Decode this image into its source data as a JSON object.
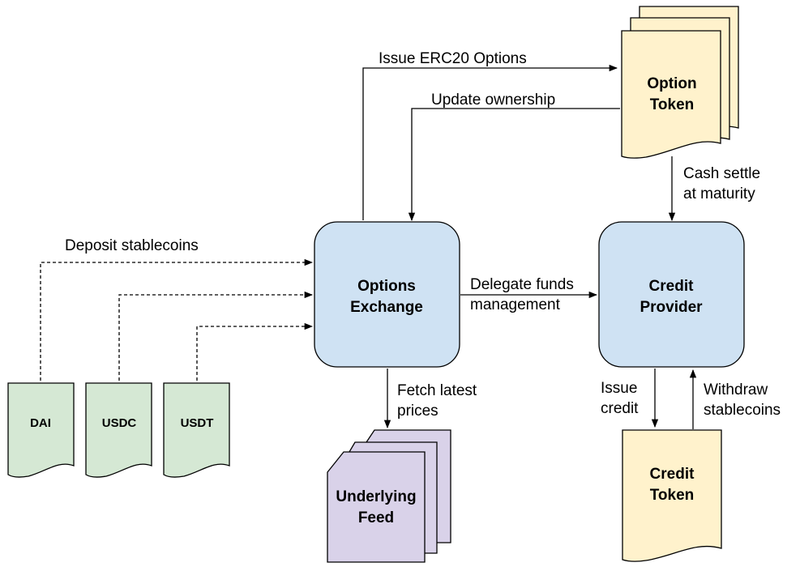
{
  "nodes": {
    "options_exchange": {
      "line1": "Options",
      "line2": "Exchange"
    },
    "credit_provider": {
      "line1": "Credit",
      "line2": "Provider"
    },
    "option_token": {
      "line1": "Option",
      "line2": "Token"
    },
    "credit_token": {
      "line1": "Credit",
      "line2": "Token"
    },
    "underlying_feed": {
      "line1": "Underlying",
      "line2": "Feed"
    },
    "dai": {
      "label": "DAI"
    },
    "usdc": {
      "label": "USDC"
    },
    "usdt": {
      "label": "USDT"
    }
  },
  "edges": {
    "issue_erc20": "Issue ERC20 Options",
    "update_ownership": "Update ownership",
    "cash_settle": {
      "line1": "Cash settle",
      "line2": "at maturity"
    },
    "deposit": "Deposit stablecoins",
    "delegate": {
      "line1": "Delegate funds",
      "line2": "management"
    },
    "fetch": {
      "line1": "Fetch latest",
      "line2": "prices"
    },
    "issue_credit": {
      "line1": "Issue",
      "line2": "credit"
    },
    "withdraw": {
      "line1": "Withdraw",
      "line2": "stablecoins"
    }
  },
  "colors": {
    "blue_fill": "#cfe2f3",
    "yellow_fill": "#fff2cc",
    "yellow_stroke": "#d6b656",
    "green_fill": "#d5e8d4",
    "green_stroke": "#82b366",
    "purple_fill": "#d9d2e9",
    "purple_stroke": "#9673a6"
  }
}
